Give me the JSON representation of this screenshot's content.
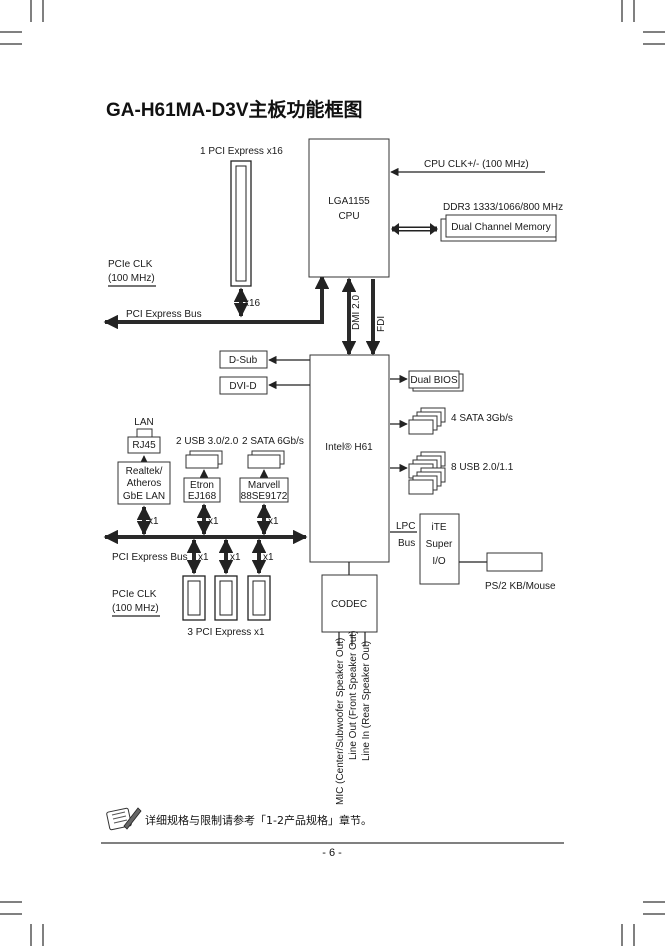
{
  "title": "GA-H61MA-D3V主板功能框图",
  "page_number": "- 6 -",
  "note": "详细规格与限制请参考「1-2产品规格」章节。",
  "labels": {
    "pci_x16": "1 PCI Express x16",
    "x16": "x16",
    "pcie_clk_1": "PCIe CLK",
    "clk_100_1": "(100 MHz)",
    "pci_bus_1": "PCI Express Bus",
    "cpu_1": "LGA1155",
    "cpu_2": "CPU",
    "cpu_clk": "CPU CLK+/- (100 MHz)",
    "ddr3": "DDR3 1333/1066/800 MHz",
    "dual_channel": "Dual Channel Memory",
    "dmi": "DMI 2.0",
    "fdi": "FDI",
    "dsub": "D-Sub",
    "dvid": "DVI-D",
    "dual_bios": "Dual BIOS",
    "sata3": "4 SATA 3Gb/s",
    "usb2": "8 USB 2.0/1.1",
    "h61": "Intel® H61",
    "lan": "LAN",
    "rj45": "RJ45",
    "realtek_1": "Realtek/",
    "realtek_2": "Atheros",
    "realtek_3": "GbE LAN",
    "usb3": "2 USB 3.0/2.0",
    "sata6": "2 SATA 6Gb/s",
    "etron_1": "Etron",
    "etron_2": "EJ168",
    "marvell_1": "Marvell",
    "marvell_2": "88SE9172",
    "x1": "x1",
    "pci_bus_2": "PCI Express Bus",
    "pcie_clk_2": "PCIe CLK",
    "clk_100_2": "(100 MHz)",
    "pci_x1": "3 PCI Express x1",
    "lpc_1": "LPC",
    "lpc_2": "Bus",
    "ite_1": "iTE",
    "ite_2": "Super",
    "ite_3": "I/O",
    "ps2": "PS/2 KB/Mouse",
    "codec": "CODEC",
    "audio_mic": "MIC (Center/Subwoofer Speaker Out)",
    "audio_lineout": "Line Out (Front Speaker Out)",
    "audio_linein": "Line In (Rear Speaker Out)"
  }
}
